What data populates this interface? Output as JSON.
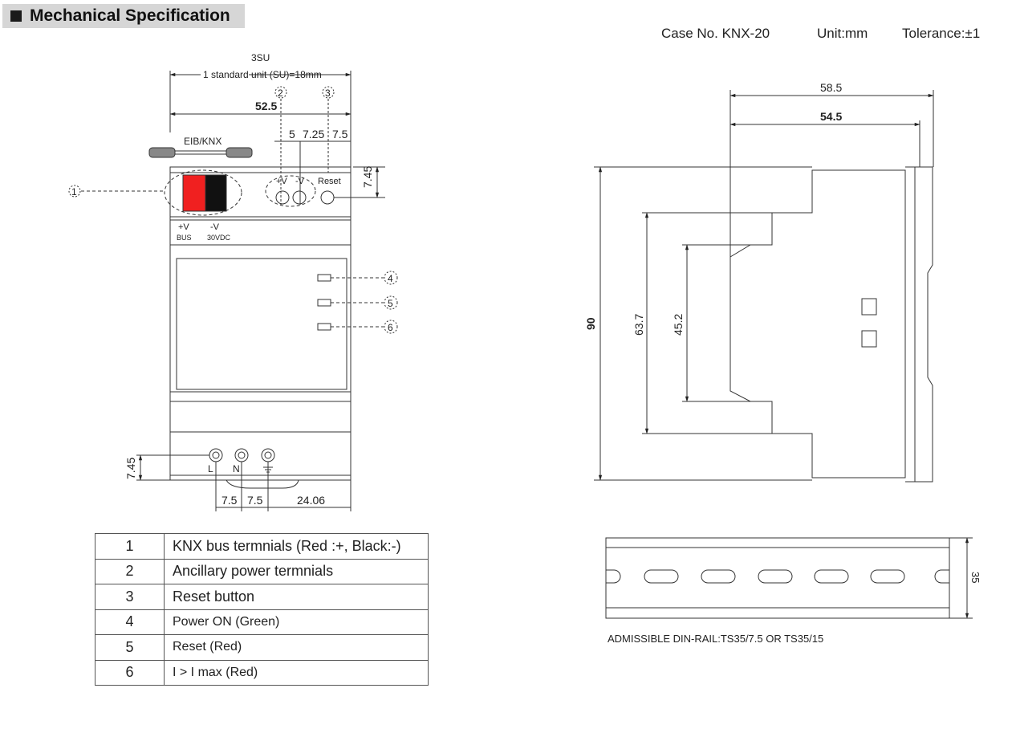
{
  "title": "Mechanical Specification",
  "header": {
    "case": "Case No. KNX-20",
    "unit": "Unit:mm",
    "tolerance": "Tolerance:±1"
  },
  "front": {
    "su": "3SU",
    "su_note": "1 standard unit (SU)=18mm",
    "width": "52.5",
    "d5": "5",
    "d725": "7.25",
    "d75": "7.5",
    "h745": "7.45",
    "eib": "EIB/KNX",
    "pv": "+V",
    "nv": "-V",
    "bus": "BUS",
    "vdc": "30VDC",
    "reset": "Reset",
    "L": "L",
    "N": "N",
    "b745": "7.45",
    "b75a": "7.5",
    "b75b": "7.5",
    "b2406": "24.06",
    "c1": "1",
    "c2": "2",
    "c3": "3",
    "c4": "4",
    "c5": "5",
    "c6": "6"
  },
  "side": {
    "w585": "58.5",
    "w545": "54.5",
    "h90": "90",
    "h637": "63.7",
    "h452": "45.2"
  },
  "rail": {
    "h35": "35",
    "note": "ADMISSIBLE DIN-RAIL:TS35/7.5 OR TS35/15"
  },
  "legend": [
    {
      "n": "1",
      "d": "KNX bus termnials (Red :+, Black:-)"
    },
    {
      "n": "2",
      "d": "Ancillary power termnials"
    },
    {
      "n": "3",
      "d": "Reset button"
    },
    {
      "n": "4",
      "d": "Power ON (Green)"
    },
    {
      "n": "5",
      "d": "Reset (Red)"
    },
    {
      "n": "6",
      "d": "I > I max (Red)"
    }
  ],
  "colors": {
    "red_terminal": "#f02020",
    "black_terminal": "#111111"
  }
}
